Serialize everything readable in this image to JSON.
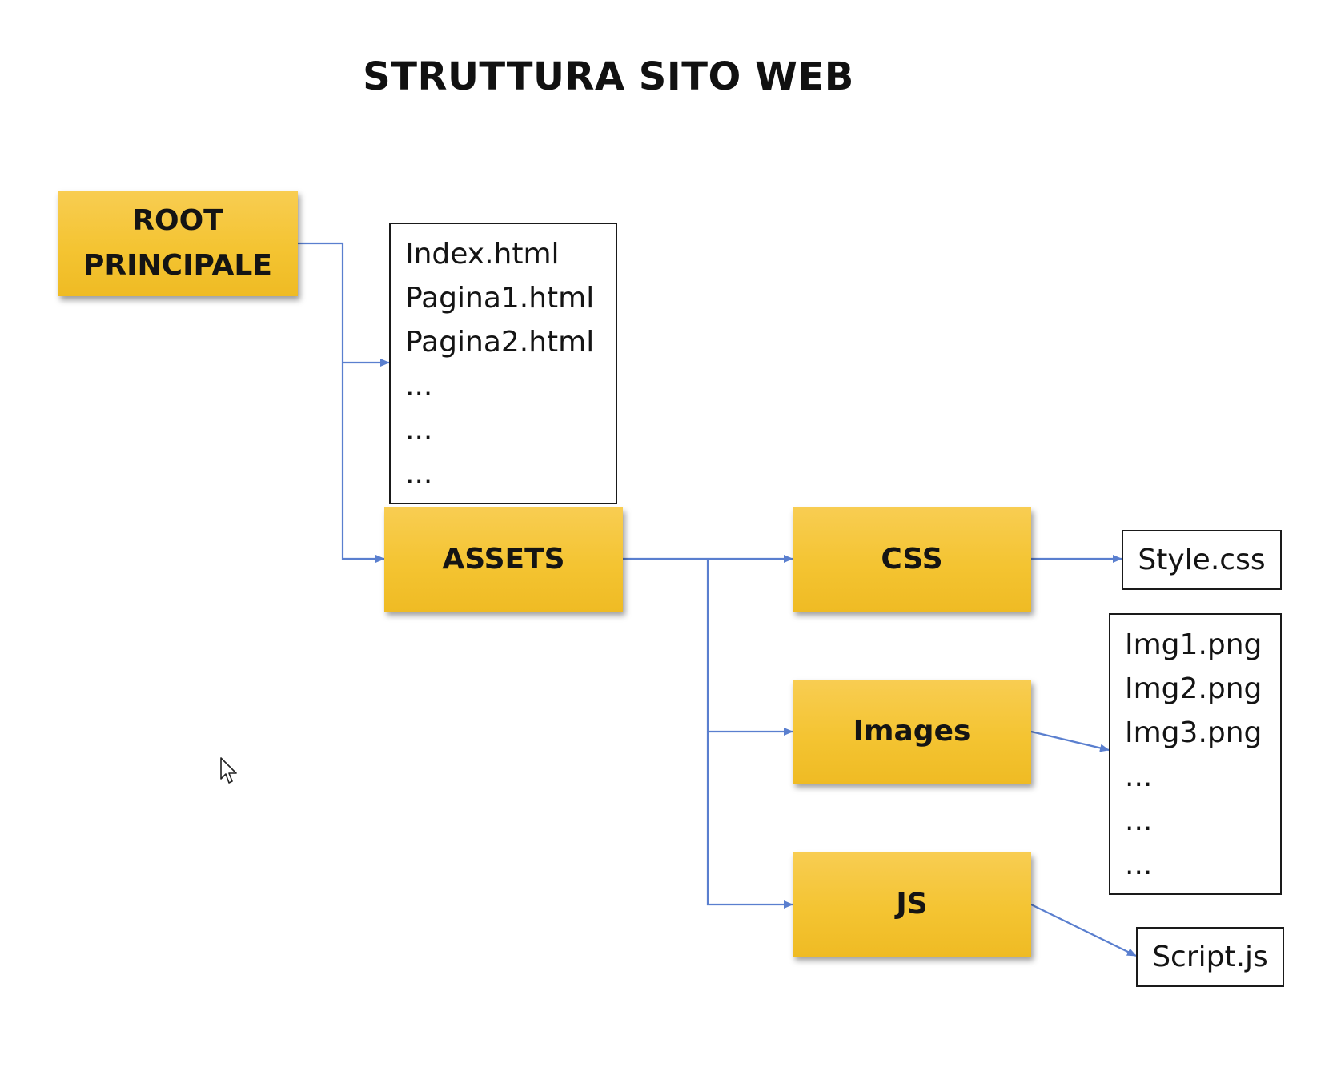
{
  "title": "STRUTTURA SITO WEB",
  "colors": {
    "folder_fill": "#f4c432",
    "connector": "#5a7fcf",
    "text": "#141414"
  },
  "folders": {
    "root": "ROOT\nPRINCIPALE",
    "assets": "ASSETS",
    "css": "CSS",
    "images": "Images",
    "js": "JS"
  },
  "files": {
    "root_files": [
      "Index.html",
      "Pagina1.html",
      "Pagina2.html",
      "...",
      "...",
      "..."
    ],
    "css_files": [
      "Style.css"
    ],
    "image_files": [
      "Img1.png",
      "Img2.png",
      "Img3.png",
      "...",
      "...",
      "..."
    ],
    "js_files": [
      "Script.js"
    ]
  },
  "icons": {
    "cursor": "mouse-pointer-icon"
  }
}
